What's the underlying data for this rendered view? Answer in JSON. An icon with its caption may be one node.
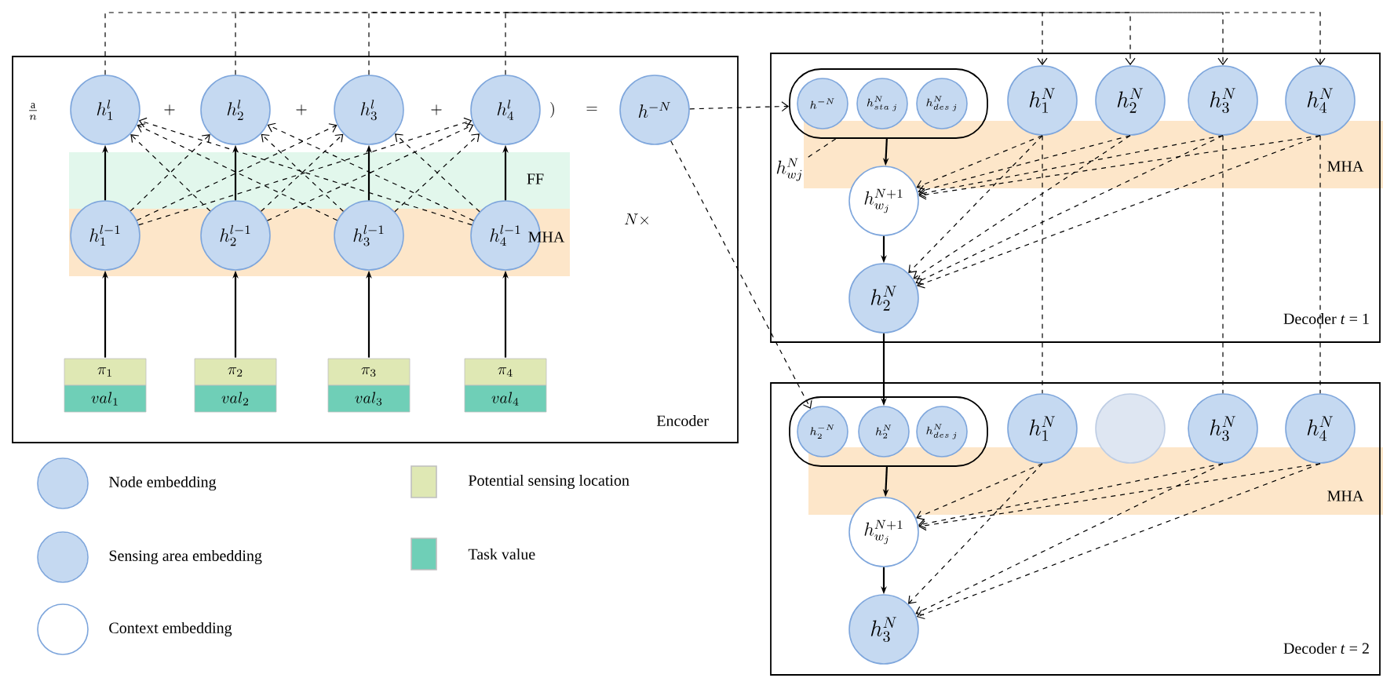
{
  "diagram": {
    "nodes": [
      {
        "text": [
          "Encoder"
        ]
      },
      {
        "text": [
          "h_1^l"
        ],
        "in": 0
      },
      {
        "text": [
          "h_2^l"
        ],
        "in": 0
      },
      {
        "text": [
          "h_3^l"
        ],
        "in": 0
      },
      {
        "text": [
          "h_4^l"
        ],
        "in": 0,
        "beside": [
          ")"
        ]
      },
      {
        "text": [
          "h_1^{l-1}"
        ],
        "in": 0
      },
      {
        "text": [
          "h_2^{l-1}"
        ],
        "in": 0
      },
      {
        "text": [
          "h_3^{l-1}"
        ],
        "in": 0
      },
      {
        "text": [
          "h_4^{l-1}"
        ],
        "in": 0
      },
      {
        "text": [
          "\\pi_1",
          "val_1"
        ],
        "in": 0
      },
      {
        "text": [
          "\\pi_2",
          "val_2"
        ],
        "in": 0
      },
      {
        "text": [
          "\\pi_3",
          "val_3"
        ],
        "in": 0
      },
      {
        "text": [
          "\\pi_4",
          "val_4"
        ],
        "in": 0
      },
      {
        "text": [
          "h^{-N}"
        ],
        "in": 0
      },
      {
        "text": [
          "Decoder *t* = 1"
        ]
      },
      {
        "text": [],
        "shape": "box",
        "in": 14
      },
      {
        "text": [
          "h^{-N}"
        ],
        "in": 15
      },
      {
        "text": [
          "h^N_{sta\\ j}"
        ],
        "in": 15
      },
      {
        "text": [
          "h^N_{des\\ j}"
        ],
        "in": 15
      },
      {
        "text": [
          "h_1^N"
        ],
        "in": 14
      },
      {
        "text": [
          "h_2^N"
        ],
        "in": 14
      },
      {
        "text": [
          "h_3^N"
        ],
        "in": 14
      },
      {
        "text": [
          "h_4^N"
        ],
        "in": 14
      },
      {
        "text": [
          "h_{wj}^N"
        ],
        "in": 14
      },
      {
        "text": [
          "h_{w_j}^{N+1}"
        ],
        "in": 14
      },
      {
        "text": [
          "h_2^N"
        ],
        "in": 14
      },
      {
        "text": [
          "Decoder *t* = 2"
        ]
      },
      {
        "text": [],
        "shape": "box",
        "in": 26
      },
      {
        "text": [
          "h_2^{-N}"
        ],
        "in": 27
      },
      {
        "text": [
          "h_2^N"
        ],
        "in": 27
      },
      {
        "text": [
          "h^N_{des\\ j}"
        ],
        "in": 27
      },
      {
        "text": [
          "h_1^N"
        ],
        "in": 26
      },
      {
        "text": [],
        "shape": "circle",
        "in": 26
      },
      {
        "text": [
          "h_3^N"
        ],
        "in": 26
      },
      {
        "text": [
          "h_4^N"
        ],
        "in": 26
      },
      {
        "text": [
          "h_{w_j}^{N+1}"
        ],
        "in": 26
      },
      {
        "text": [
          "h_3^N"
        ],
        "in": 26
      }
    ],
    "edges": [
      {
        "from": 9,
        "to": 5,
        "arrow": "to"
      },
      {
        "from": 10,
        "to": 6,
        "arrow": "to"
      },
      {
        "from": 11,
        "to": 7,
        "arrow": "to"
      },
      {
        "from": 12,
        "to": 8,
        "arrow": "to"
      },
      {
        "from": 5,
        "to": 1,
        "arrow": "to"
      },
      {
        "from": 6,
        "to": 2,
        "arrow": "to"
      },
      {
        "from": 7,
        "to": 3,
        "arrow": "to"
      },
      {
        "from": 8,
        "to": 4,
        "arrow": "to"
      },
      {
        "from": 5,
        "to": 2,
        "arrow": "to",
        "style": "dashed"
      },
      {
        "from": 5,
        "to": 3,
        "arrow": "to",
        "style": "dashed"
      },
      {
        "from": 5,
        "to": 4,
        "arrow": "to",
        "style": "dashed"
      },
      {
        "from": 6,
        "to": 1,
        "arrow": "to",
        "style": "dashed"
      },
      {
        "from": 6,
        "to": 3,
        "arrow": "to",
        "style": "dashed"
      },
      {
        "from": 6,
        "to": 4,
        "arrow": "to",
        "style": "dashed"
      },
      {
        "from": 7,
        "to": 1,
        "arrow": "to",
        "style": "dashed"
      },
      {
        "from": 7,
        "to": 2,
        "arrow": "to",
        "style": "dashed"
      },
      {
        "from": 7,
        "to": 4,
        "arrow": "to",
        "style": "dashed"
      },
      {
        "from": 8,
        "to": 1,
        "arrow": "to",
        "style": "dashed"
      },
      {
        "from": 8,
        "to": 2,
        "arrow": "to",
        "style": "dashed"
      },
      {
        "from": 8,
        "to": 3,
        "arrow": "to",
        "style": "dashed"
      },
      {
        "from": 1,
        "to": 19,
        "arrow": "to",
        "style": "dashed"
      },
      {
        "from": 2,
        "to": 20,
        "arrow": "to",
        "style": "dashed"
      },
      {
        "from": 3,
        "to": 21,
        "arrow": "to",
        "style": "dashed"
      },
      {
        "from": 4,
        "to": 22,
        "arrow": "to",
        "style": "dashed"
      },
      {
        "from": 13,
        "to": 15,
        "arrow": "to",
        "style": "dashed"
      },
      {
        "from": 13,
        "to": 28,
        "arrow": "to",
        "style": "dashed"
      },
      {
        "from": 15,
        "to": 23,
        "arrow": "none",
        "style": "dashed"
      },
      {
        "from": 15,
        "to": 24,
        "arrow": "to"
      },
      {
        "from": 24,
        "to": 25,
        "arrow": "to"
      },
      {
        "from": 19,
        "to": 24,
        "arrow": "to",
        "style": "dashed"
      },
      {
        "from": 20,
        "to": 24,
        "arrow": "to",
        "style": "dashed"
      },
      {
        "from": 21,
        "to": 24,
        "arrow": "to",
        "style": "dashed"
      },
      {
        "from": 22,
        "to": 24,
        "arrow": "to",
        "style": "dashed"
      },
      {
        "from": 19,
        "to": 25,
        "arrow": "to",
        "style": "dashed"
      },
      {
        "from": 20,
        "to": 25,
        "arrow": "to",
        "style": "dashed"
      },
      {
        "from": 21,
        "to": 25,
        "arrow": "to",
        "style": "dashed"
      },
      {
        "from": 22,
        "to": 25,
        "arrow": "to",
        "style": "dashed"
      },
      {
        "from": 25,
        "to": 29,
        "arrow": "to"
      },
      {
        "from": 19,
        "to": 31,
        "arrow": "none",
        "style": "dashed"
      },
      {
        "from": 21,
        "to": 33,
        "arrow": "none",
        "style": "dashed"
      },
      {
        "from": 22,
        "to": 34,
        "arrow": "none",
        "style": "dashed"
      },
      {
        "from": 27,
        "to": 35,
        "arrow": "to"
      },
      {
        "from": 35,
        "to": 36,
        "arrow": "to"
      },
      {
        "from": 31,
        "to": 35,
        "arrow": "to",
        "style": "dashed"
      },
      {
        "from": 33,
        "to": 35,
        "arrow": "to",
        "style": "dashed"
      },
      {
        "from": 34,
        "to": 35,
        "arrow": "to",
        "style": "dashed"
      },
      {
        "from": 31,
        "to": 36,
        "arrow": "to",
        "style": "dashed"
      },
      {
        "from": 33,
        "to": 36,
        "arrow": "to",
        "style": "dashed"
      },
      {
        "from": 34,
        "to": 36,
        "arrow": "to",
        "style": "dashed"
      }
    ],
    "labels": [
      "\\frac{\\mathrm{a}}{n}",
      "+",
      "+",
      "+",
      "=",
      "FF",
      "MHA",
      "N\\times",
      "MHA",
      "MHA"
    ],
    "legend": [
      {
        "text": "Node embedding",
        "color": "#c5d9f1"
      },
      {
        "text": "Potential sensing location",
        "color": "#dfe8b4"
      },
      {
        "text": "Sensing area embedding",
        "color": "#c5d9f1"
      },
      {
        "text": "Task value",
        "color": "#6fcfb7"
      },
      {
        "text": "Context embedding"
      }
    ]
  }
}
